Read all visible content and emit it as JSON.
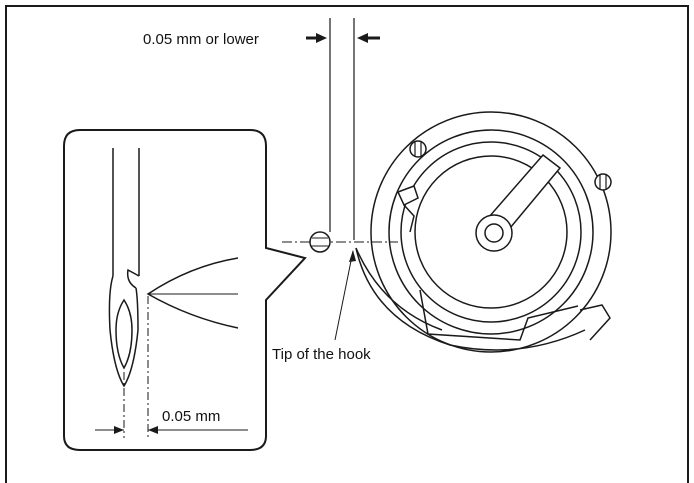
{
  "labels": {
    "clearance_top": "0.05 mm or lower",
    "hook_tip": "Tip of the hook",
    "clearance_inset": "0.05 mm"
  },
  "colors": {
    "line": "#1a1a1a",
    "background": "#ffffff"
  }
}
